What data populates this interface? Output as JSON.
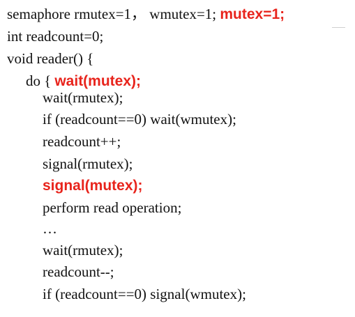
{
  "code": {
    "line_semaphore": "semaphore rmutex=1， wmutex=1; ",
    "annotation_mutex_init": "mutex=1;",
    "line_readcount": "int readcount=0;",
    "line_reader_decl": "void reader() {",
    "line_do": "do {",
    "annotation_wait_mutex": "wait(mutex);",
    "line_wait_rmutex_1": "wait(rmutex);",
    "line_if_wait_wmutex": "if (readcount==0) wait(wmutex);",
    "line_readcount_inc": "readcount++;",
    "line_signal_rmutex": "signal(rmutex);",
    "annotation_signal_mutex": "signal(mutex);",
    "line_perform_read": "perform read operation;",
    "line_ellipsis": "…",
    "line_wait_rmutex_2": "wait(rmutex);",
    "line_readcount_dec": "readcount--;",
    "line_if_signal_wmutex": "if (readcount==0) signal(wmutex);"
  },
  "colors": {
    "annotation": "#e8241c",
    "code_text": "#111111"
  }
}
